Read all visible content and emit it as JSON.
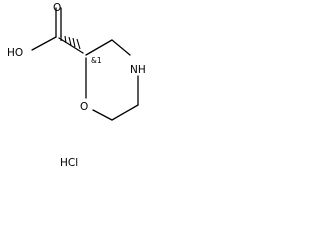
{
  "molecule": {
    "atoms": {
      "oh": "HO",
      "carbonyl_o": "O",
      "ring_o": "O",
      "ring_nh": "NH"
    },
    "stereo_label": "&1",
    "salt": "HCl"
  },
  "colors": {
    "ink": "#000000",
    "background": "#ffffff"
  }
}
